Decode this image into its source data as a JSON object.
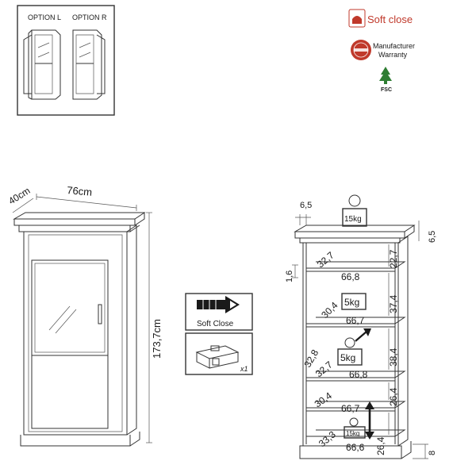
{
  "options": {
    "left": "OPTION L",
    "right": "OPTION R"
  },
  "badges": {
    "soft_close": "Soft close",
    "warranty": "Manufacturer\nWarranty",
    "warranty_line1": "Manufacturer",
    "warranty_line2": "Warranty",
    "fsc": "FSC"
  },
  "front_view": {
    "depth": "40cm",
    "width": "76cm",
    "height": "173,7cm"
  },
  "features": {
    "soft_close": "Soft Close",
    "hinge_qty": "x1"
  },
  "side_view": {
    "top_offset": "6,5",
    "top_offset_right": "6,5",
    "left_gap": "1,6",
    "top_load": "15kg",
    "shelf_load_1": "5kg",
    "shelf_load_2": "5kg",
    "bottom_load": "15kg",
    "depth_1": "32,7",
    "width_1": "66,8",
    "height_1": "22,7",
    "depth_2": "30,4",
    "width_2": "66,7",
    "height_2": "37,4",
    "depth_3a": "32,8",
    "depth_3b": "32,7",
    "width_3": "66,8",
    "height_3": "38,4",
    "depth_4": "30,4",
    "width_4": "66,7",
    "height_4": "26,4",
    "depth_5": "33,3",
    "width_5": "66,6",
    "height_5": "26,4",
    "plinth": "8"
  },
  "colors": {
    "accent_red": "#c0392b",
    "line": "#333333"
  }
}
